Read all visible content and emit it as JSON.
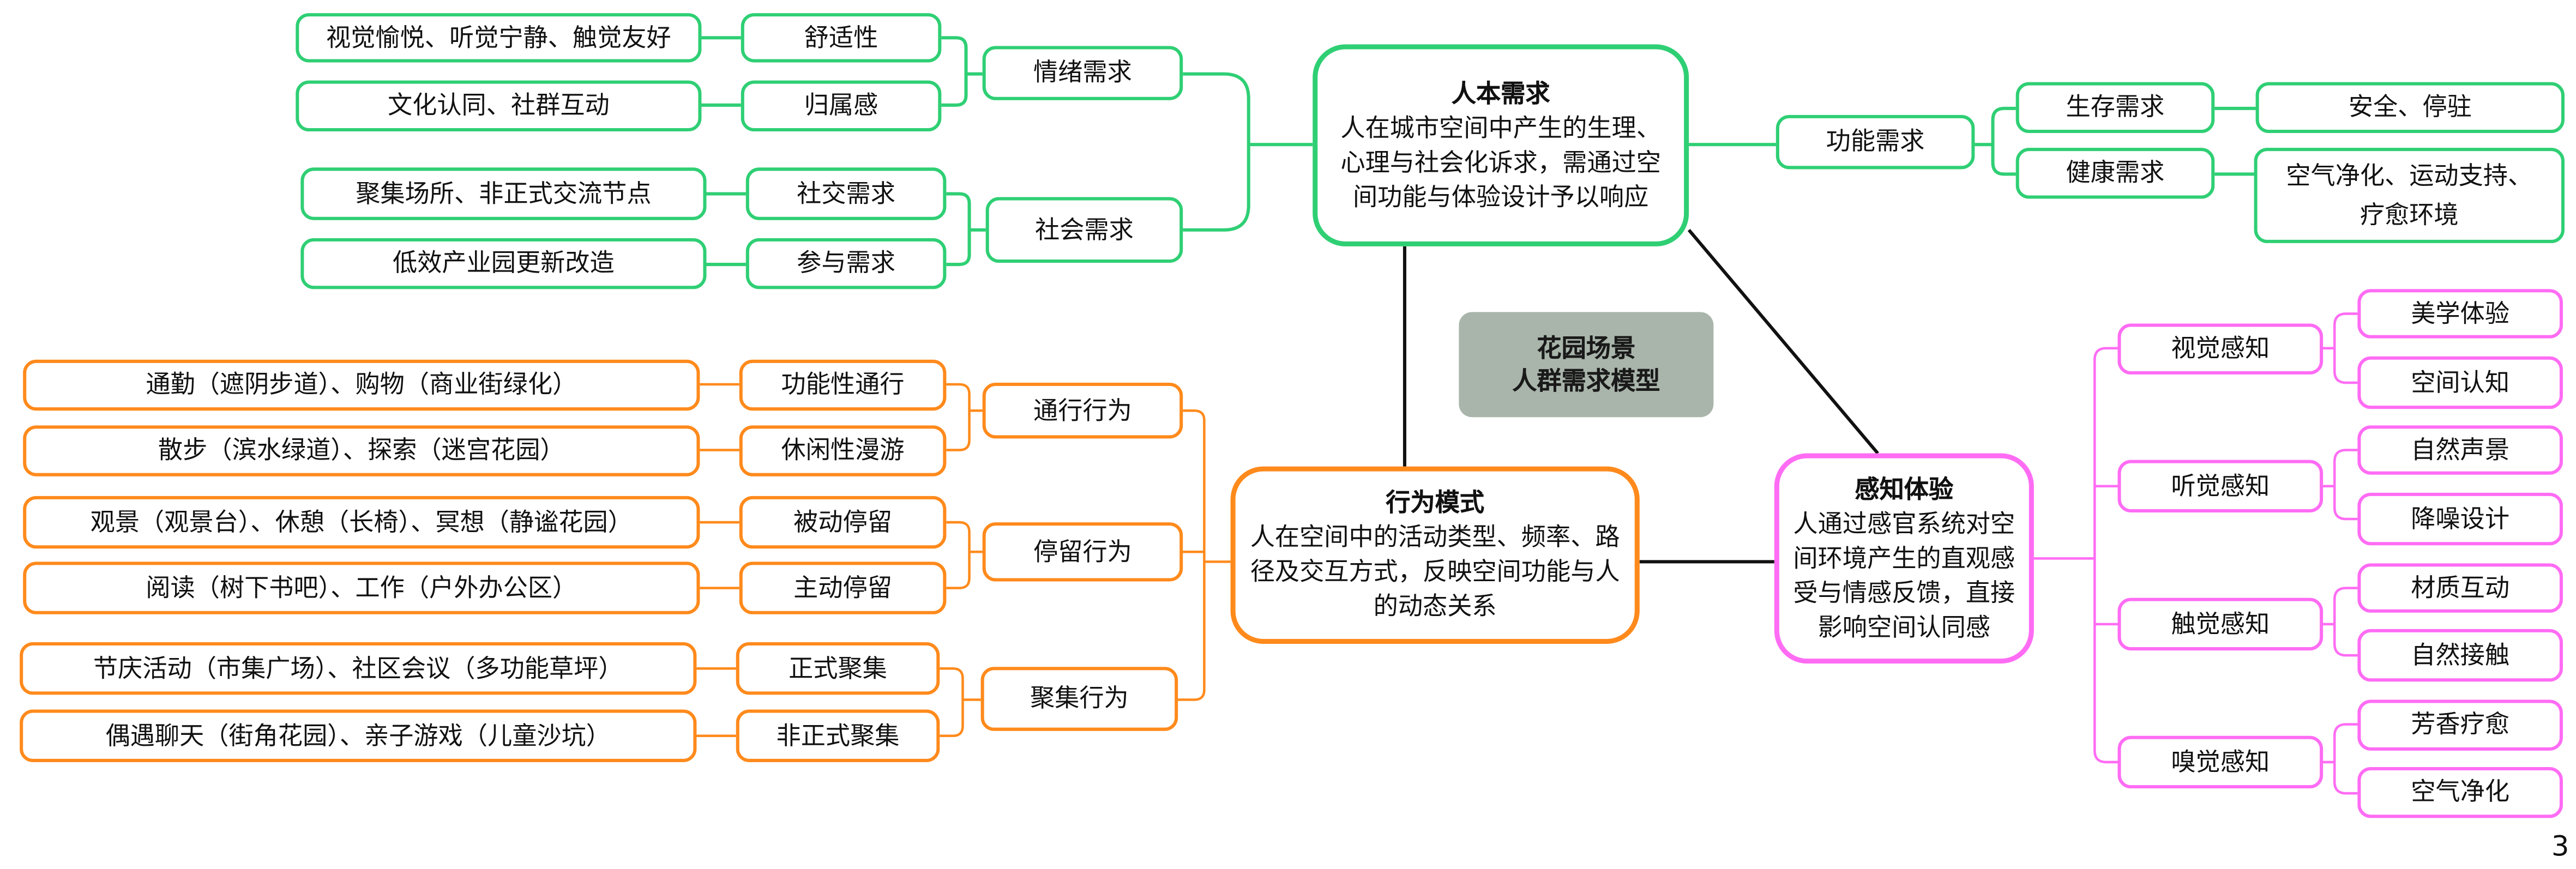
{
  "title": {
    "line1": "花园场景",
    "line2": "人群需求模型"
  },
  "page_number": "3",
  "colors": {
    "human_needs": "#2fcf74",
    "behavior": "#ff8a1c",
    "perception": "#ff6cf4",
    "title_bg": "#a9b5ab"
  },
  "human_needs": {
    "title": "人本需求",
    "desc": "人在城市空间中产生的生理、心理与社会化诉求，需通过空间功能与体验设计予以响应",
    "emotional": {
      "label": "情绪需求",
      "items": [
        {
          "label": "舒适性",
          "detail": "视觉愉悦、听觉宁静、触觉友好"
        },
        {
          "label": "归属感",
          "detail": "文化认同、社群互动"
        }
      ]
    },
    "social": {
      "label": "社会需求",
      "items": [
        {
          "label": "社交需求",
          "detail": "聚集场所、非正式交流节点"
        },
        {
          "label": "参与需求",
          "detail": "低效产业园更新改造"
        }
      ]
    },
    "functional": {
      "label": "功能需求",
      "items": [
        {
          "label": "生存需求",
          "detail": "安全、停驻"
        },
        {
          "label": "健康需求",
          "detail": "空气净化、运动支持、疗愈环境"
        }
      ]
    }
  },
  "behavior": {
    "title": "行为模式",
    "desc": "人在空间中的活动类型、频率、路径及交互方式，反映空间功能与人的动态关系",
    "groups": [
      {
        "label": "通行行为",
        "items": [
          {
            "label": "功能性通行",
            "detail": "通勤（遮阴步道）、购物（商业街绿化）"
          },
          {
            "label": "休闲性漫游",
            "detail": "散步（滨水绿道）、探索（迷宫花园）"
          }
        ]
      },
      {
        "label": "停留行为",
        "items": [
          {
            "label": "被动停留",
            "detail": "观景（观景台）、休憩（长椅）、冥想（静谧花园）"
          },
          {
            "label": "主动停留",
            "detail": "阅读（树下书吧）、工作（户外办公区）"
          }
        ]
      },
      {
        "label": "聚集行为",
        "items": [
          {
            "label": "正式聚集",
            "detail": "节庆活动（市集广场）、社区会议（多功能草坪）"
          },
          {
            "label": "非正式聚集",
            "detail": "偶遇聊天（街角花园）、亲子游戏（儿童沙坑）"
          }
        ]
      }
    ]
  },
  "perception": {
    "title": "感知体验",
    "desc": "人通过感官系统对空间环境产生的直观感受与情感反馈，直接影响空间认同感",
    "groups": [
      {
        "label": "视觉感知",
        "items": [
          "美学体验",
          "空间认知"
        ]
      },
      {
        "label": "听觉感知",
        "items": [
          "自然声景",
          "降噪设计"
        ]
      },
      {
        "label": "触觉感知",
        "items": [
          "材质互动",
          "自然接触"
        ]
      },
      {
        "label": "嗅觉感知",
        "items": [
          "芳香疗愈",
          "空气净化"
        ]
      }
    ]
  }
}
